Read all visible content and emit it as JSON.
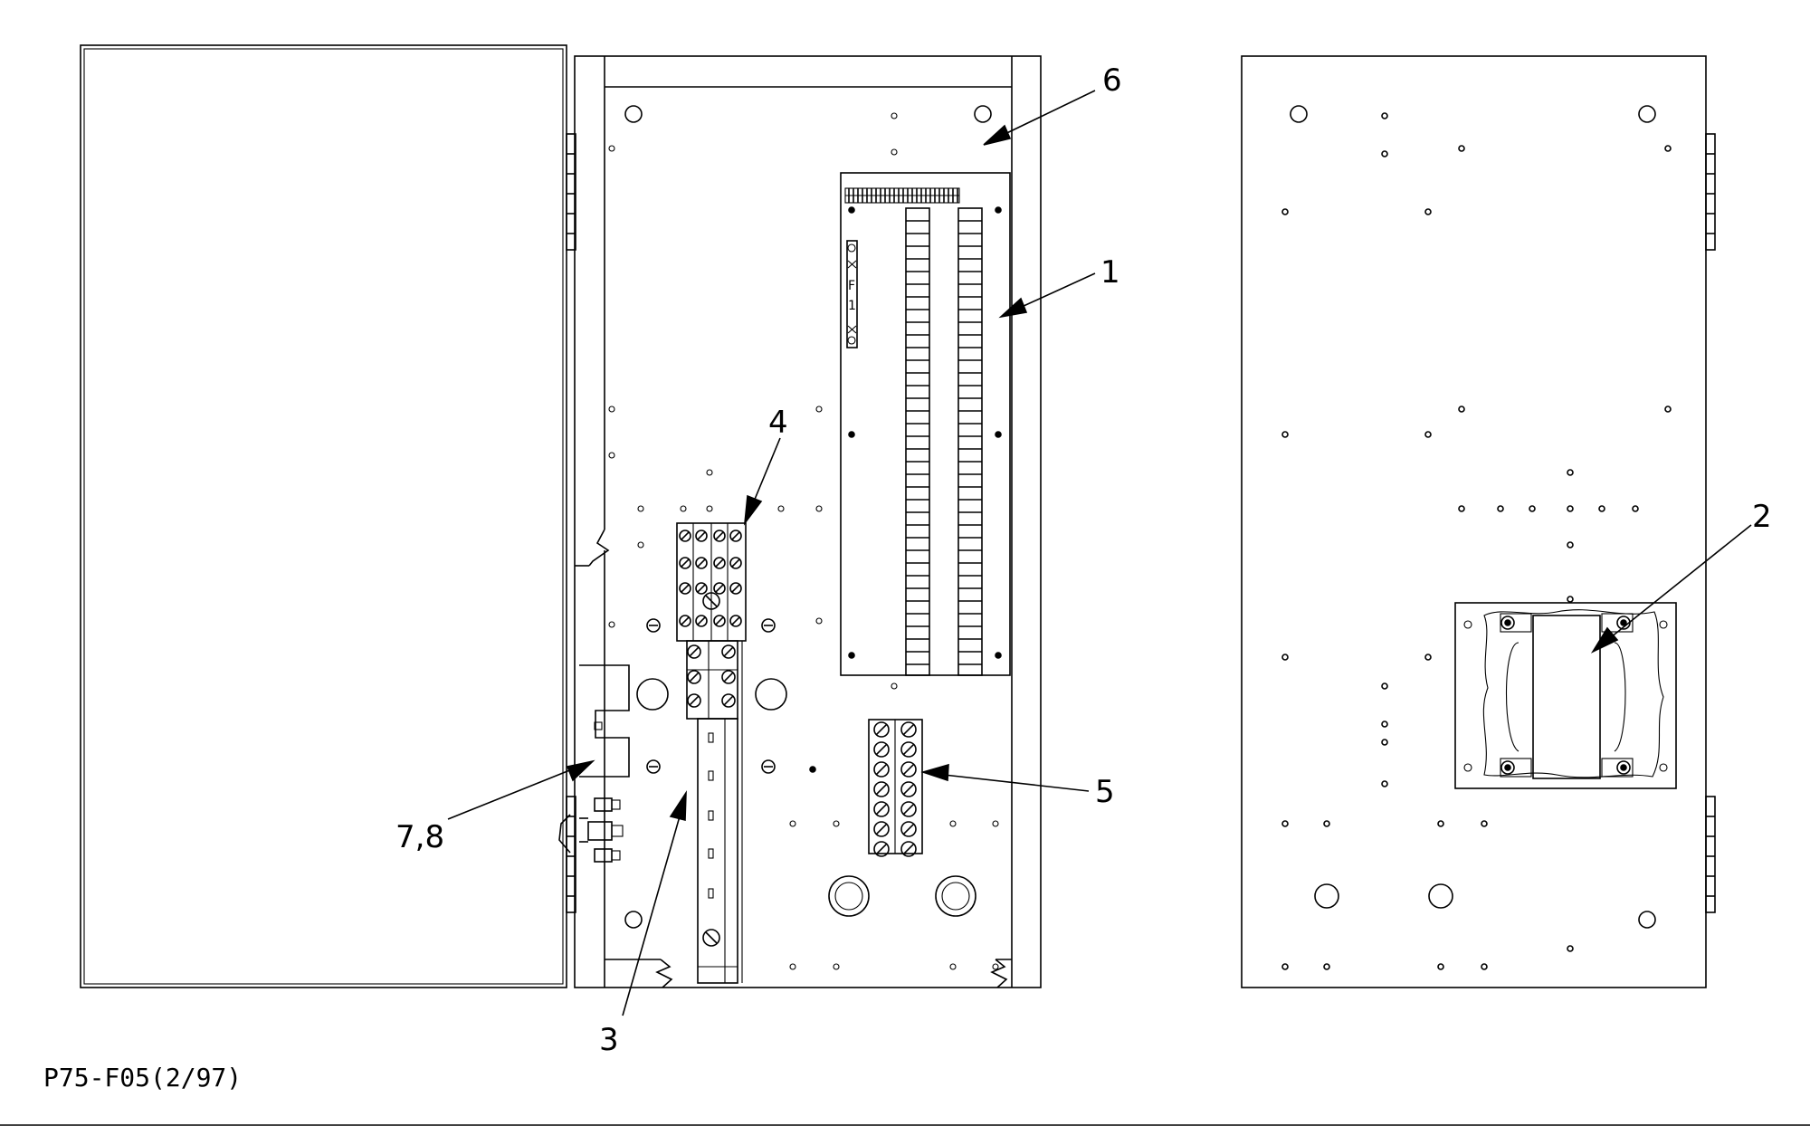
{
  "callouts": {
    "c1": "1",
    "c2": "2",
    "c3": "3",
    "c4": "4",
    "c5": "5",
    "c6": "6",
    "c78": "7,8"
  },
  "fuse_label": {
    "letter": "F",
    "number": "1"
  },
  "drawing_ref": "P75-F05(2/97)"
}
